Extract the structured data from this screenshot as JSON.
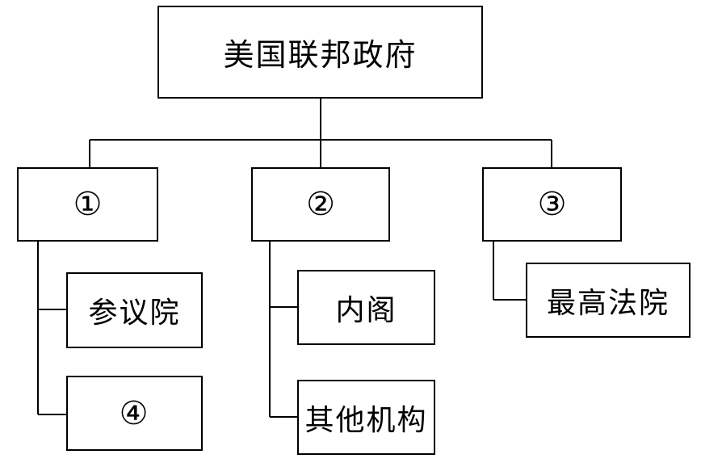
{
  "root": {
    "label": "美国联邦政府"
  },
  "branches": [
    {
      "label": "①",
      "children": [
        "参议院",
        "④"
      ]
    },
    {
      "label": "②",
      "children": [
        "内阁",
        "其他机构"
      ]
    },
    {
      "label": "③",
      "children": [
        "最高法院"
      ]
    }
  ]
}
